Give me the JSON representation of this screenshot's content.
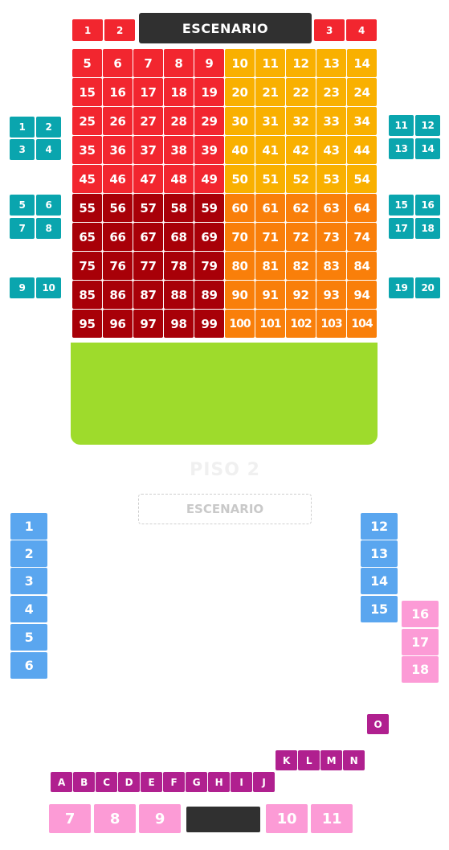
{
  "colors": {
    "red": "#f2262f",
    "dark_red": "#a80008",
    "yellow": "#f9b000",
    "orange": "#f97f0a",
    "teal": "#0aa5ae",
    "blue": "#5aa6ef",
    "pink": "#fc9bd6",
    "magenta": "#b0208f",
    "green": "#9edb2c",
    "stage": "#303030"
  },
  "level1": {
    "stage_label": "ESCENARIO",
    "stage_side_seats": [
      "1",
      "2",
      "3",
      "4"
    ],
    "grid_rows": [
      [
        "5",
        "6",
        "7",
        "8",
        "9",
        "10",
        "11",
        "12",
        "13",
        "14"
      ],
      [
        "15",
        "16",
        "17",
        "18",
        "19",
        "20",
        "21",
        "22",
        "23",
        "24"
      ],
      [
        "25",
        "26",
        "27",
        "28",
        "29",
        "30",
        "31",
        "32",
        "33",
        "34"
      ],
      [
        "35",
        "36",
        "37",
        "38",
        "39",
        "40",
        "41",
        "42",
        "43",
        "44"
      ],
      [
        "45",
        "46",
        "47",
        "48",
        "49",
        "50",
        "51",
        "52",
        "53",
        "54"
      ],
      [
        "55",
        "56",
        "57",
        "58",
        "59",
        "60",
        "61",
        "62",
        "63",
        "64"
      ],
      [
        "65",
        "66",
        "67",
        "68",
        "69",
        "70",
        "71",
        "72",
        "73",
        "74"
      ],
      [
        "75",
        "76",
        "77",
        "78",
        "79",
        "80",
        "81",
        "82",
        "83",
        "84"
      ],
      [
        "85",
        "86",
        "87",
        "88",
        "89",
        "90",
        "91",
        "92",
        "93",
        "94"
      ],
      [
        "95",
        "96",
        "97",
        "98",
        "99",
        "100",
        "101",
        "102",
        "103",
        "104"
      ]
    ],
    "side_boxes_left": [
      "1",
      "2",
      "3",
      "4",
      "5",
      "6",
      "7",
      "8",
      "9",
      "10"
    ],
    "side_boxes_right": [
      "11",
      "12",
      "13",
      "14",
      "15",
      "16",
      "17",
      "18",
      "19",
      "20"
    ]
  },
  "level2": {
    "label": "PISO 2",
    "stage_label": "ESCENARIO",
    "left_boxes": [
      "1",
      "2",
      "3",
      "4",
      "5",
      "6"
    ],
    "right_boxes": [
      "12",
      "13",
      "14",
      "15"
    ],
    "pink_right": [
      "16",
      "17",
      "18"
    ],
    "row_o": [
      "O"
    ],
    "row_kn": [
      "K",
      "L",
      "M",
      "N"
    ],
    "row_aj": [
      "A",
      "B",
      "C",
      "D",
      "E",
      "F",
      "G",
      "H",
      "I",
      "J"
    ],
    "bottom_left": [
      "7",
      "8",
      "9"
    ],
    "bottom_right": [
      "10",
      "11"
    ]
  }
}
